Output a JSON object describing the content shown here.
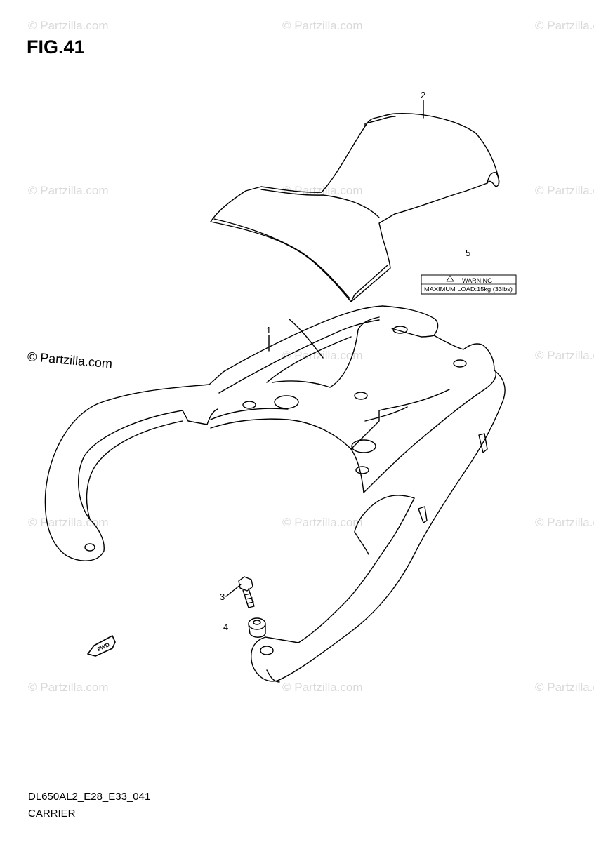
{
  "figure": {
    "title": "FIG.41",
    "code": "DL650AL2_E28_E33_041",
    "name": "CARRIER"
  },
  "watermark": {
    "text": "© Partzilla.com",
    "feature_text": "© Partzilla.com"
  },
  "callouts": {
    "c1": "1",
    "c2": "2",
    "c3": "3",
    "c4": "4",
    "c5": "5"
  },
  "warning_label": {
    "title": "WARNING",
    "text": "MAXIMUM LOAD:15kg (33lbs)"
  },
  "fwd_mark": "FWD",
  "colors": {
    "line": "#000000",
    "watermark": "#d9d9d9",
    "background": "#ffffff"
  }
}
